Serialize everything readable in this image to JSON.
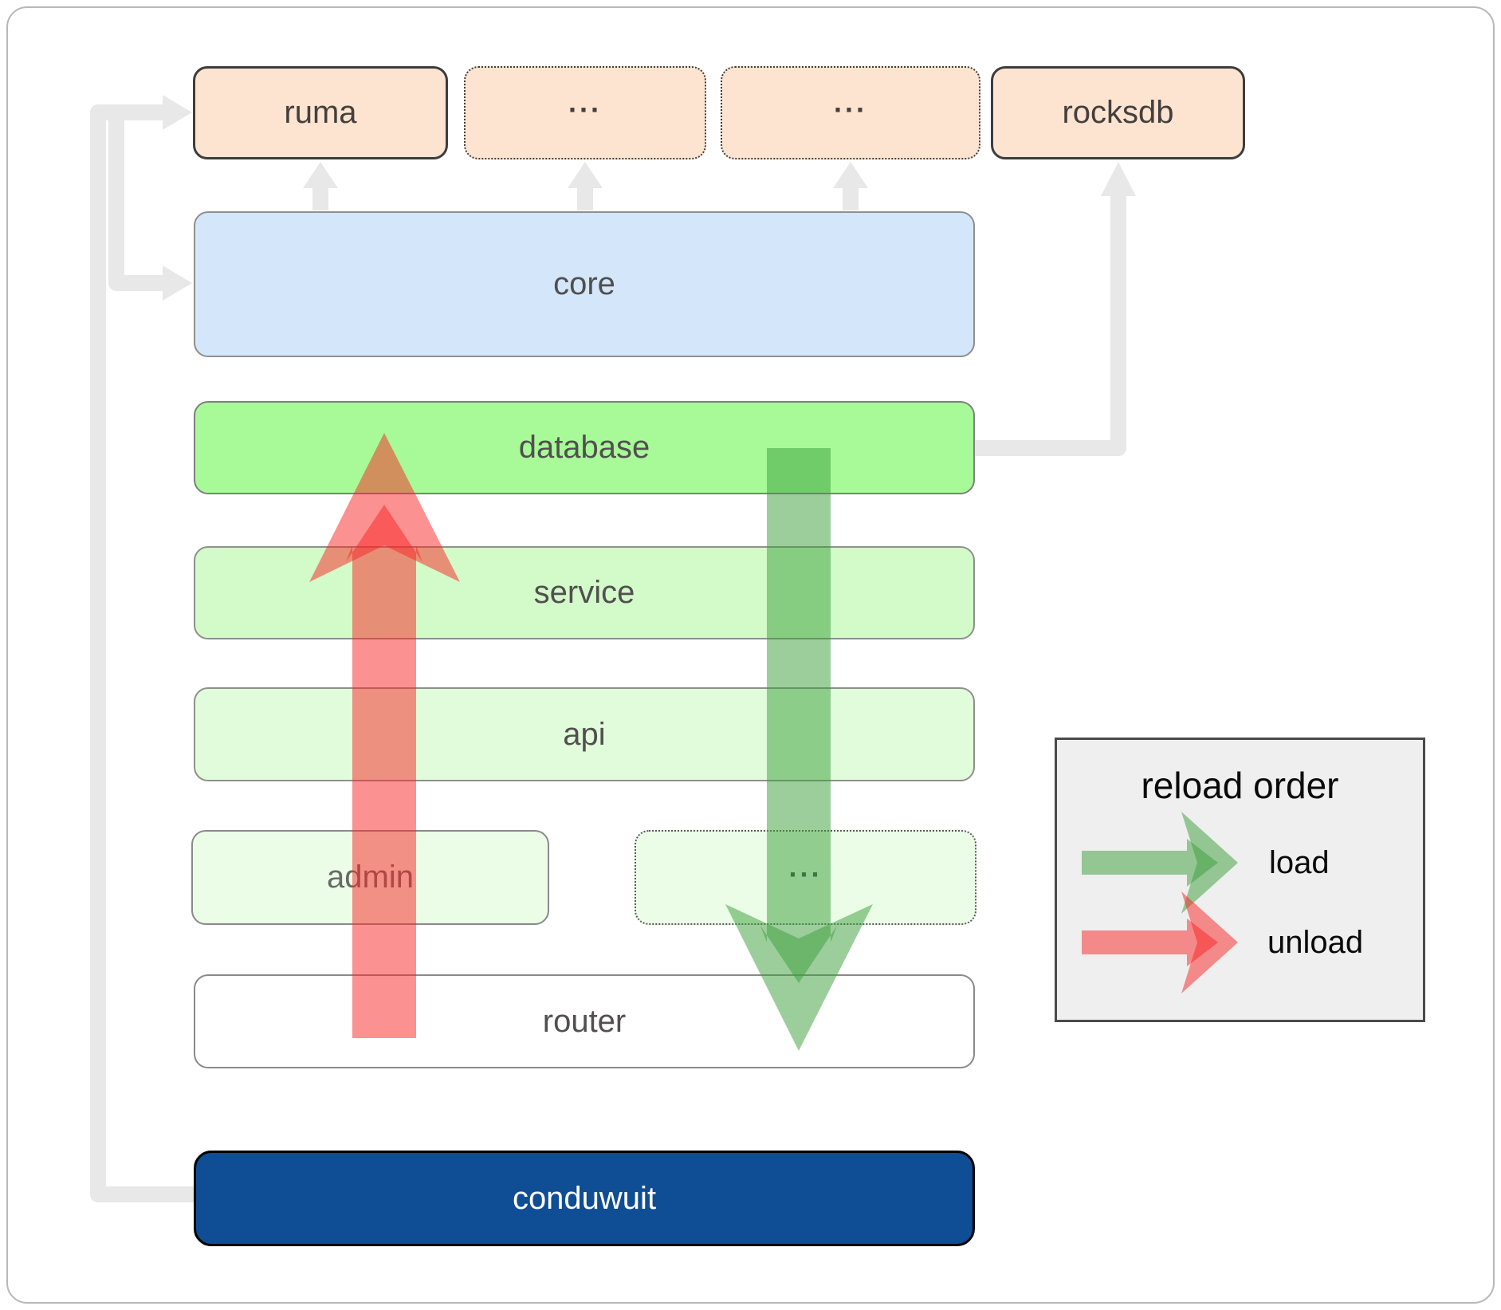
{
  "boxes": {
    "ruma": "ruma",
    "ellipsis1": "...",
    "ellipsis2": "...",
    "rocksdb": "rocksdb",
    "core": "core",
    "database": "database",
    "service": "service",
    "api": "api",
    "admin": "admin",
    "ellipsis3": "...",
    "router": "router",
    "conduwuit": "conduwuit"
  },
  "legend": {
    "title": "reload order",
    "load_label": "load",
    "unload_label": "unload"
  },
  "colors": {
    "module_peach": "#fce4d0",
    "core_blue": "#d4e6fa",
    "database_green": "#a7fa97",
    "service_green": "#d3fac9",
    "api_green": "#e1fcda",
    "admin_green": "#ebfce7",
    "conduwuit_blue": "#0f4d94",
    "load_green": "#3a9e3a",
    "unload_red": "#f92424",
    "connector_gray": "#e8e8e8",
    "legend_bg": "#efefef"
  }
}
